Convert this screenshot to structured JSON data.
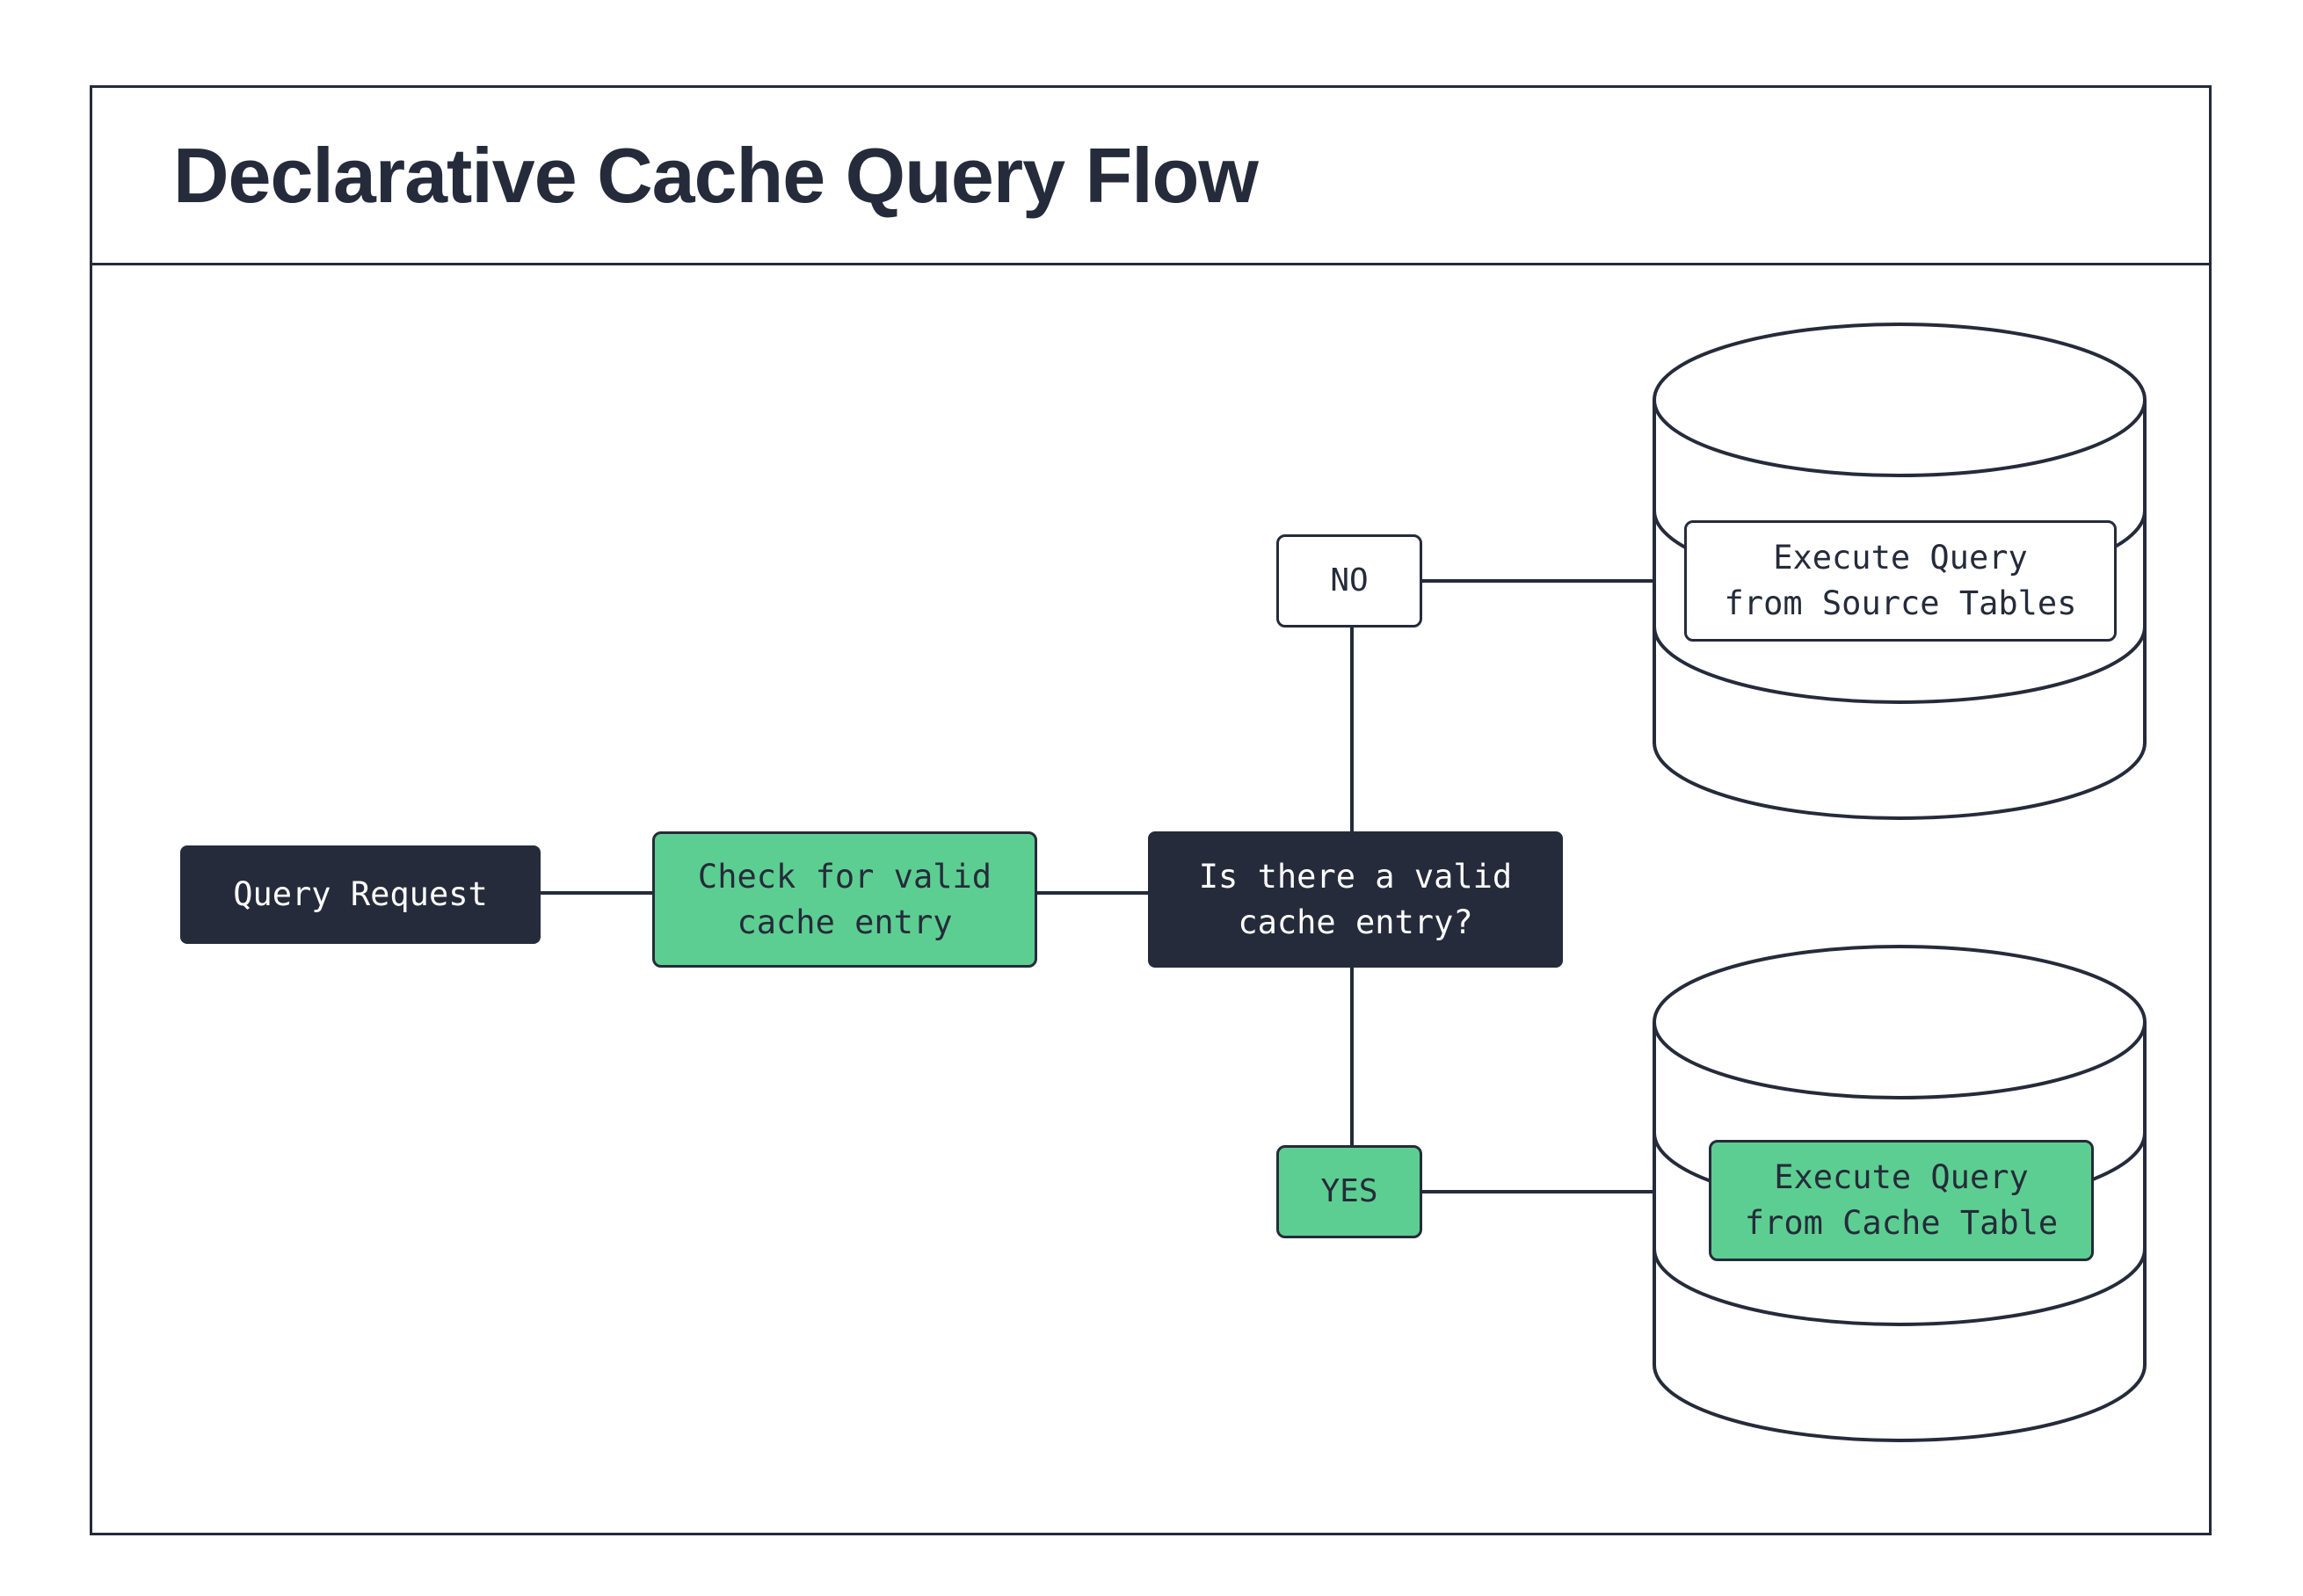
{
  "title": "Declarative Cache Query Flow",
  "colors": {
    "dark": "#252b3a",
    "green": "#5dce91",
    "white": "#ffffff"
  },
  "nodes": {
    "query_request": {
      "label": "Query Request"
    },
    "check_cache": {
      "label": "Check for valid\ncache entry"
    },
    "decision": {
      "label": "Is there a valid\ncache entry?"
    },
    "no_branch": {
      "label": "NO"
    },
    "yes_branch": {
      "label": "YES"
    },
    "execute_source": {
      "label": "Execute Query\nfrom Source Tables"
    },
    "execute_cache": {
      "label": "Execute Query\nfrom Cache Table"
    }
  },
  "edges": [
    {
      "from": "query_request",
      "to": "check_cache"
    },
    {
      "from": "check_cache",
      "to": "decision"
    },
    {
      "from": "decision",
      "to": "no_branch"
    },
    {
      "from": "no_branch",
      "to": "execute_source"
    },
    {
      "from": "decision",
      "to": "yes_branch"
    },
    {
      "from": "yes_branch",
      "to": "execute_cache"
    }
  ]
}
